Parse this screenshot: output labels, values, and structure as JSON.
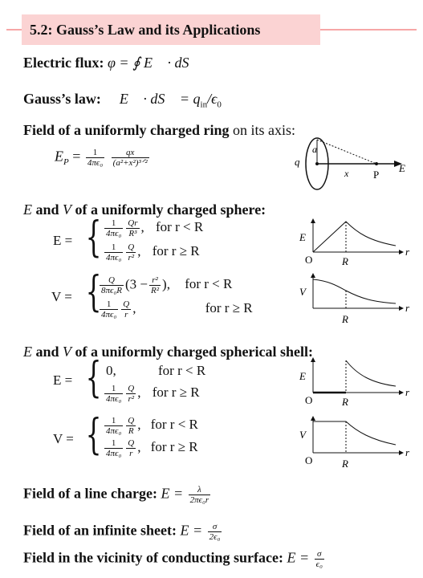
{
  "header": {
    "title": "5.2: Gauss’s Law and its Applications"
  },
  "lines": {
    "flux_label": "Electric flux:",
    "flux_eq": "φ = ∮ E⃗ · dS⃗",
    "gauss_label": "Gauss’s law:",
    "gauss_eq": "∮ E⃗ · dS⃗ = q",
    "gauss_sub": "in",
    "gauss_tail": "/ϵ",
    "gauss_tail_sub": "0",
    "ring_label": "Field of a uniformly charged ring",
    "ring_tail": "on its axis:",
    "ring_eq_lhs": "E",
    "ring_eq_lhs_sub": "P",
    "ring_frac1_n": "1",
    "ring_frac1_d": "4πϵ₀",
    "ring_frac2_n": "qx",
    "ring_frac2_d": "(a²+x²)³ᐟ²",
    "sphere_title_e": "E",
    "sphere_title_and": "and",
    "sphere_title_v": "V",
    "sphere_title_rest": "of a uniformly charged sphere:",
    "shell_title_e": "E",
    "shell_title_and": "and",
    "shell_title_v": "V",
    "shell_title_rest": "of a uniformly charged spherical shell:",
    "line_label": "Field of a line charge:",
    "line_eq": "E =",
    "line_frac_n": "λ",
    "line_frac_d": "2πϵ₀r",
    "sheet_label": "Field of an infinite sheet:",
    "sheet_eq": "E =",
    "sheet_frac_n": "σ",
    "sheet_frac_d": "2ϵ₀",
    "cond_label": "Field in the vicinity of conducting surface:",
    "cond_eq": "E =",
    "cond_frac_n": "σ",
    "cond_frac_d": "ϵ₀"
  },
  "ring_diagram": {
    "q": "q",
    "a": "a",
    "x": "x",
    "p": "P",
    "e": "E⃗"
  },
  "sphere_E": {
    "lhs": "E =",
    "c1_n": "1",
    "c1_d": "4πϵ₀",
    "c1_n2": "Qr",
    "c1_d2": "R³",
    "c1_cond": "for r < R",
    "c2_n": "1",
    "c2_d": "4πϵ₀",
    "c2_n2": "Q",
    "c2_d2": "r²",
    "c2_cond": "for r ≥ R"
  },
  "sphere_V": {
    "lhs": "V =",
    "c1_n": "Q",
    "c1_d": "8πϵ₀R",
    "c1_mid": "(3 −",
    "c1_n2": "r²",
    "c1_d2": "R²",
    "c1_end": "),",
    "c1_cond": "for r < R",
    "c2_n": "1",
    "c2_d": "4πϵ₀",
    "c2_n2": "Q",
    "c2_d2": "r",
    "c2_cond": "for r ≥ R"
  },
  "shell_E": {
    "lhs": "E =",
    "c1_val": "0,",
    "c1_cond": "for r < R",
    "c2_n": "1",
    "c2_d": "4πϵ₀",
    "c2_n2": "Q",
    "c2_d2": "r²",
    "c2_cond": "for r ≥ R"
  },
  "shell_V": {
    "lhs": "V =",
    "c1_n": "1",
    "c1_d": "4πϵ₀",
    "c1_n2": "Q",
    "c1_d2": "R",
    "c1_cond": "for r < R",
    "c2_n": "1",
    "c2_d": "4πϵ₀",
    "c2_n2": "Q",
    "c2_d2": "r",
    "c2_cond": "for r ≥ R"
  },
  "graph_labels": {
    "E": "E",
    "V": "V",
    "O": "O",
    "R": "R",
    "r": "r"
  },
  "colors": {
    "header_bg": "#fbd3d3",
    "header_line": "#f7a6a6"
  }
}
